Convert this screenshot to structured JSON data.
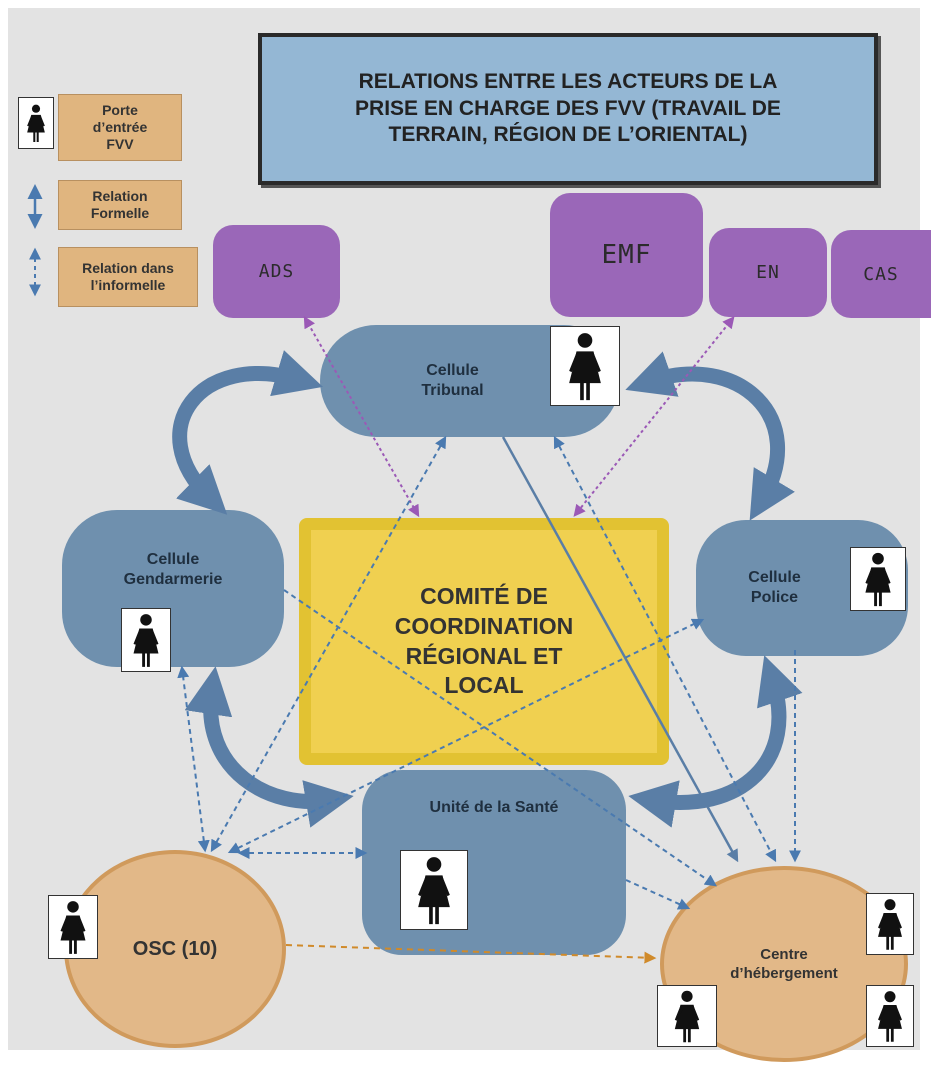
{
  "title": {
    "line1": "RELATIONS ENTRE LES ACTEURS DE LA",
    "line2": "PRISE EN CHARGE DES FVV (TRAVAIL DE",
    "line3": "TERRAIN, RÉGION DE L’ORIENTAL)"
  },
  "legend": {
    "entry": {
      "line1": "Porte",
      "line2": "d’entrée",
      "line3": "FVV",
      "icon": "woman-icon"
    },
    "formal": {
      "line1": "Relation",
      "line2": "Formelle",
      "icon": "double-arrow-solid-icon"
    },
    "informal": {
      "line1": "Relation dans",
      "line2": "l’informelle",
      "icon": "double-arrow-dashed-icon"
    }
  },
  "nodes": {
    "ads": "ADS",
    "emf": "EMF",
    "en": "EN",
    "cas": "CAS",
    "tribunal": {
      "line1": "Cellule",
      "line2": "Tribunal"
    },
    "gendarmerie": {
      "line1": "Cellule",
      "line2": "Gendarmerie"
    },
    "police": {
      "line1": "Cellule",
      "line2": "Police"
    },
    "sante": "Unité de la Santé",
    "comite": {
      "line1": "COMITÉ DE",
      "line2": "COORDINATION",
      "line3": "RÉGIONAL ET",
      "line4": "LOCAL"
    },
    "osc": "OSC (10)",
    "centre": {
      "line1": "Centre",
      "line2": "d’hébergement"
    }
  },
  "colors": {
    "cellule": "#6f90ae",
    "formal_arrow": "#5a7ea6",
    "informal_blue": "#4a7ab0",
    "informal_purple": "#9b59b6",
    "informal_orange": "#d08a2a",
    "legend_swatch": "#e0b57f",
    "purple_box": "#9a67b8",
    "comite": "#f0d050",
    "circle": "#e2b888",
    "title_box": "#94b7d4"
  }
}
